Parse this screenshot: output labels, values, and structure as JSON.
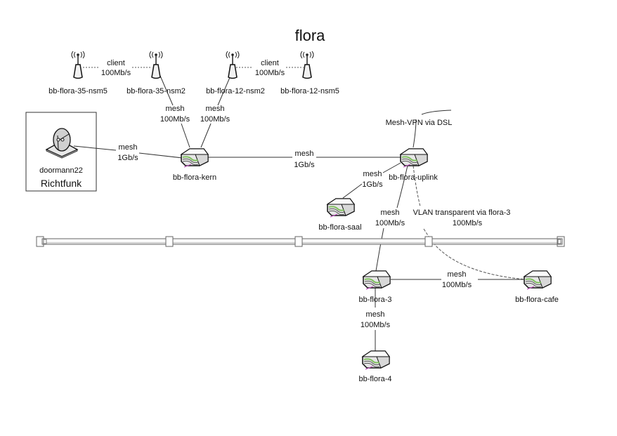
{
  "title": "flora",
  "colors": {
    "line": "#333333",
    "dash": "#555555",
    "device_fill": "#e8e8e8",
    "device_top": "#f7f7f7",
    "accent_green": "#7fbf5f",
    "accent_purple": "#c050c0"
  },
  "nodes": {
    "nsm5_35": {
      "label": "bb-flora-35-nsm5",
      "icon": "antenna-icon"
    },
    "nsm2_35": {
      "label": "bb-flora-35-nsm2",
      "icon": "antenna-icon"
    },
    "nsm2_12": {
      "label": "bb-flora-12-nsm2",
      "icon": "antenna-icon"
    },
    "nsm5_12": {
      "label": "bb-flora-12-nsm5",
      "icon": "antenna-icon"
    },
    "doormann": {
      "label": "doormann22",
      "icon": "satellite-dish-icon",
      "group_label": "Richtfunk"
    },
    "kern": {
      "label": "bb-flora-kern",
      "icon": "router-icon"
    },
    "uplink": {
      "label": "bb-flora-uplink",
      "icon": "router-icon"
    },
    "saal": {
      "label": "bb-flora-saal",
      "icon": "router-icon"
    },
    "flora3": {
      "label": "bb-flora-3",
      "icon": "router-icon"
    },
    "cafe": {
      "label": "bb-flora-cafe",
      "icon": "router-icon"
    },
    "flora4": {
      "label": "bb-flora-4",
      "icon": "router-icon"
    }
  },
  "links": {
    "client_35": {
      "type": "client",
      "speed": "100Mb/s",
      "style": "dotted"
    },
    "client_12": {
      "type": "client",
      "speed": "100Mb/s",
      "style": "dotted"
    },
    "nsm2_35_kern": {
      "type": "mesh",
      "speed": "100Mb/s"
    },
    "nsm2_12_kern": {
      "type": "mesh",
      "speed": "100Mb/s"
    },
    "doormann_kern": {
      "type": "mesh",
      "speed": "1Gb/s"
    },
    "kern_uplink": {
      "type": "mesh",
      "speed": "1Gb/s"
    },
    "uplink_saal": {
      "type": "mesh",
      "speed": "1Gb/s"
    },
    "uplink_flora3": {
      "type": "mesh",
      "speed": "100Mb/s"
    },
    "uplink_vpn": {
      "type": "Mesh-VPN via DSL"
    },
    "uplink_cafe_vlan": {
      "type": "VLAN transparent via flora-3",
      "speed": "100Mb/s",
      "style": "dashed"
    },
    "flora3_cafe": {
      "type": "mesh",
      "speed": "100Mb/s"
    },
    "flora3_flora4": {
      "type": "mesh",
      "speed": "100Mb/s"
    }
  }
}
